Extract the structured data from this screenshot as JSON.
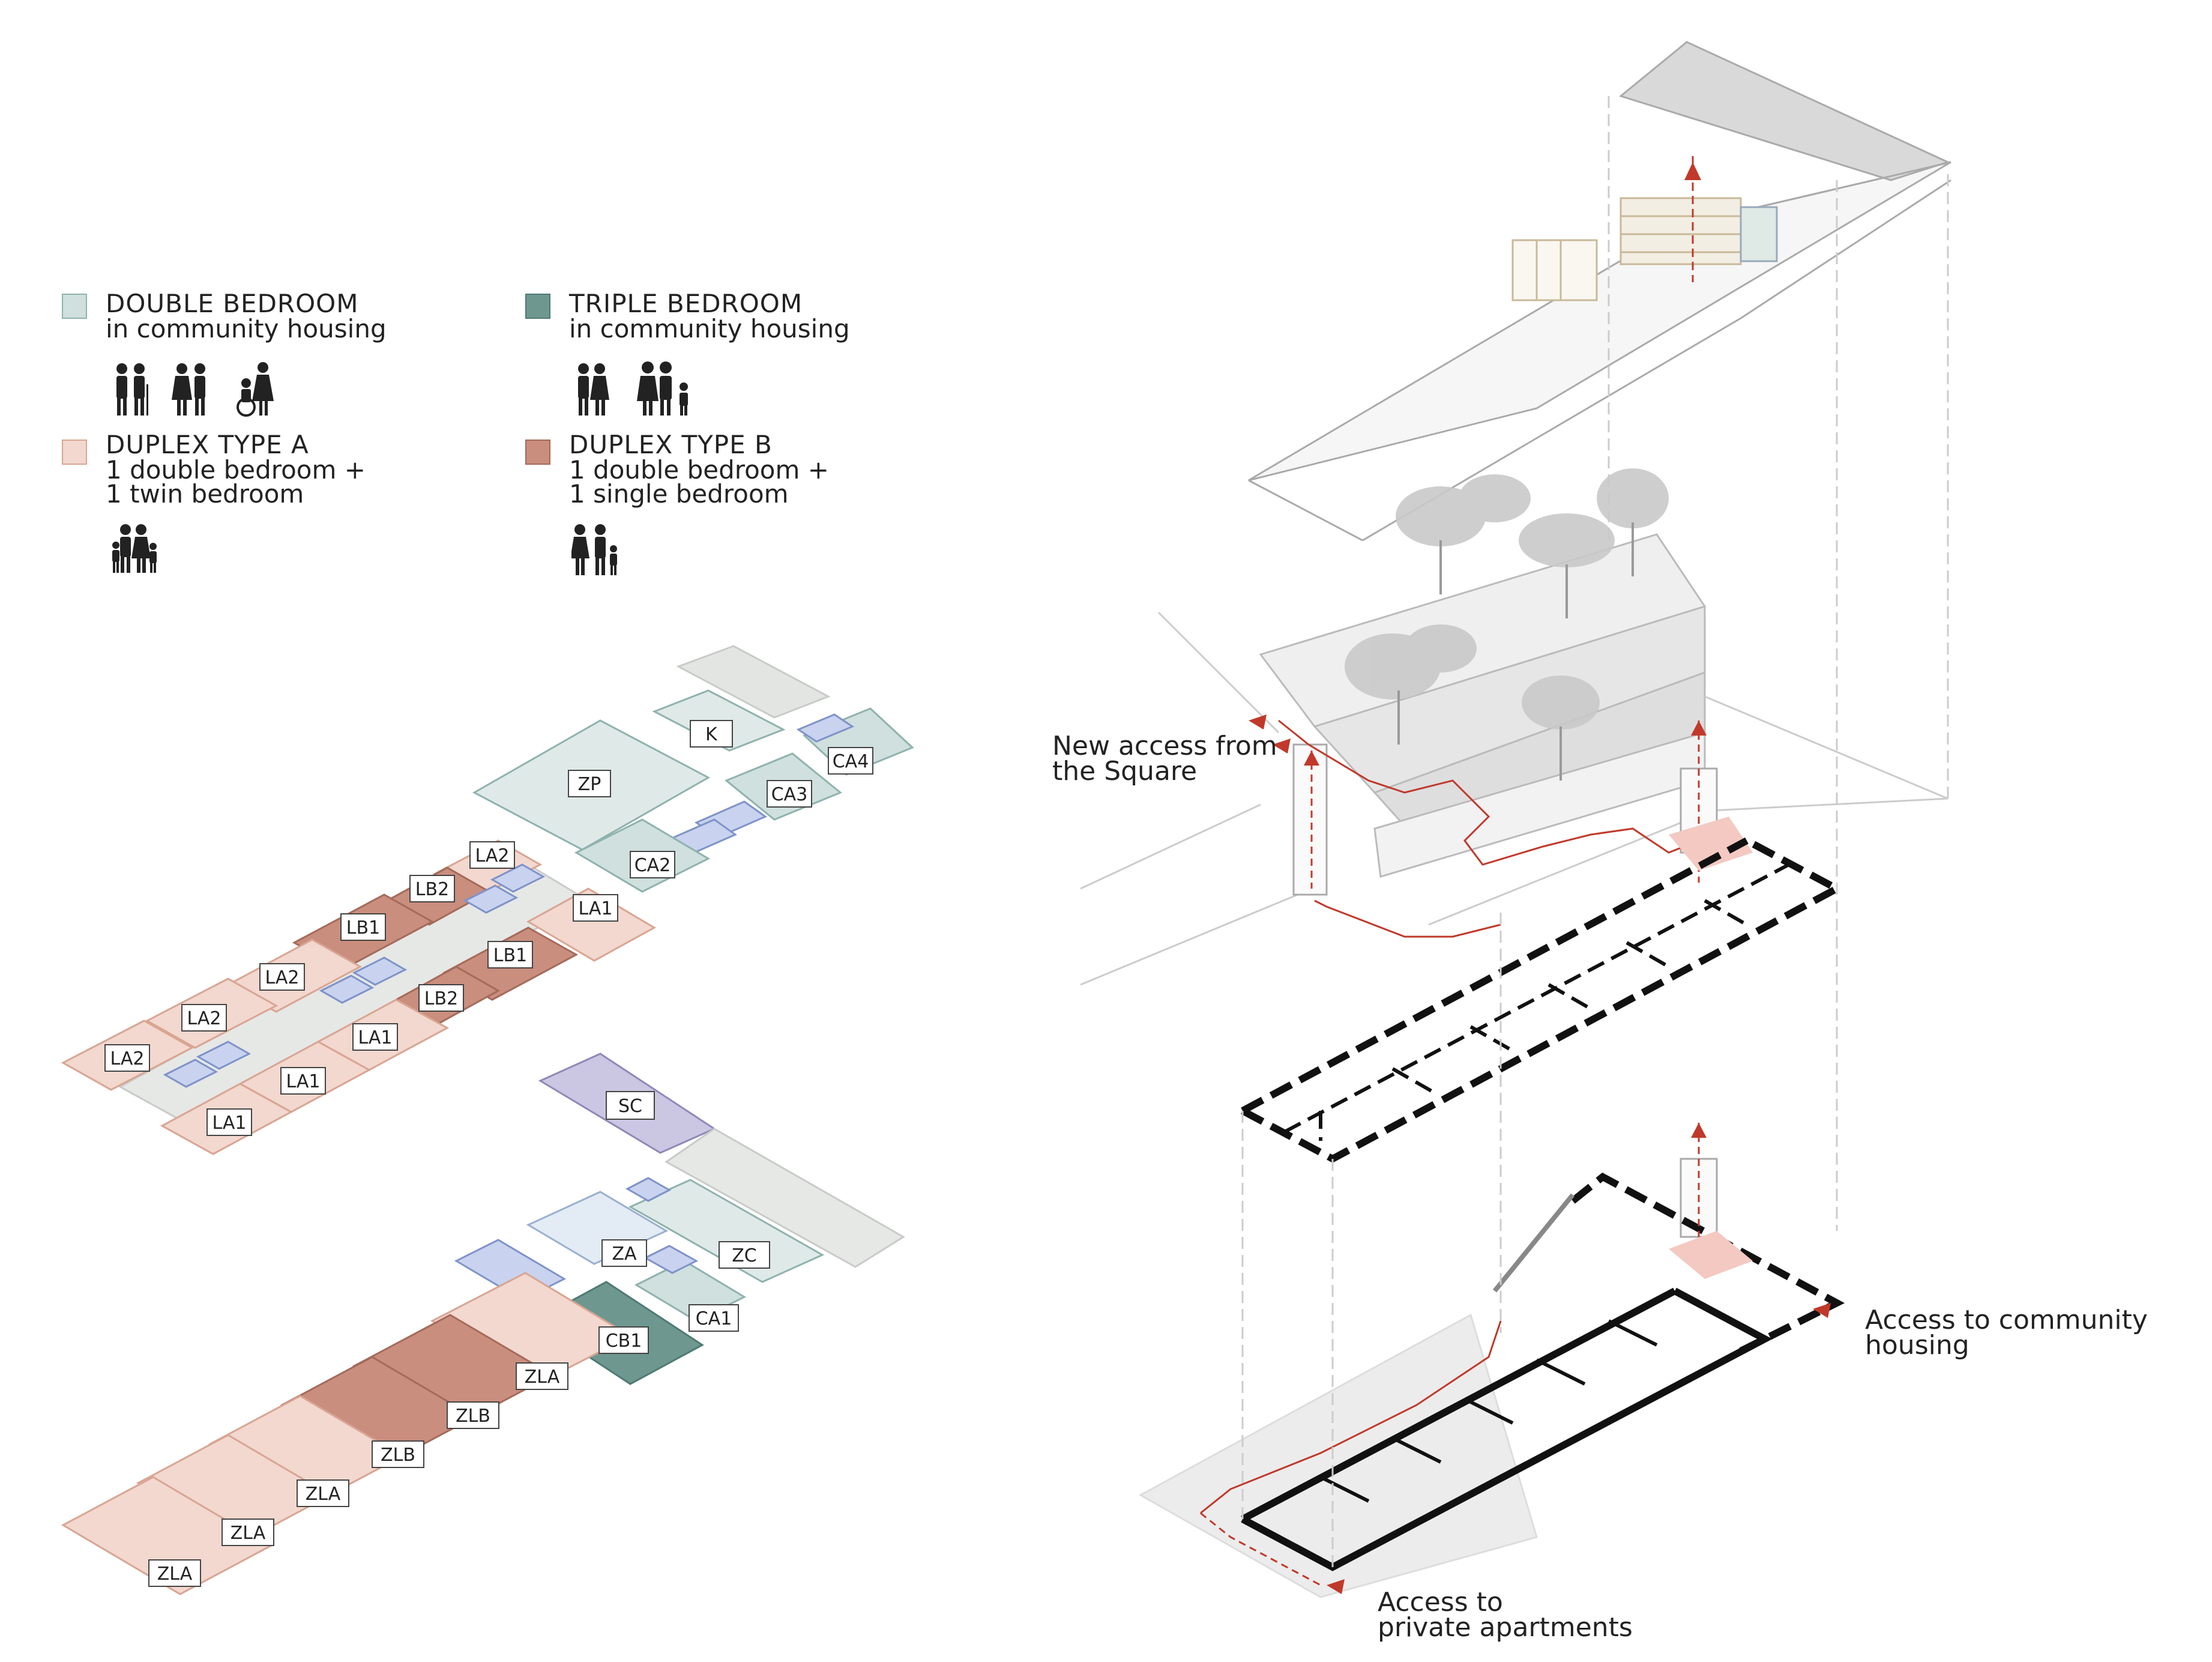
{
  "legend": {
    "items": [
      {
        "title": "DOUBLE BEDROOM",
        "sub": [
          "in community housing"
        ],
        "color": "#cfe0de",
        "border": "#8fb2ad"
      },
      {
        "title": "TRIPLE BEDROOM",
        "sub": [
          "in community housing"
        ],
        "color": "#6e9790",
        "border": "#4f7a74"
      },
      {
        "title": "DUPLEX TYPE A",
        "sub": [
          "1 double bedroom +",
          "1 twin bedroom"
        ],
        "color": "#f2d8cf",
        "border": "#d9a593"
      },
      {
        "title": "DUPLEX TYPE B",
        "sub": [
          "1 double bedroom +",
          "1 single bedroom"
        ],
        "color": "#c98e7e",
        "border": "#a56a5a"
      }
    ]
  },
  "upper_plan_labels": [
    "K",
    "ZP",
    "CA4",
    "CA3",
    "CA2",
    "LA2",
    "LB2",
    "LA1",
    "LB1",
    "LA2",
    "LB1",
    "LA2",
    "LB2",
    "LA1",
    "LA2",
    "LA1",
    "LA1"
  ],
  "lower_plan_labels": [
    "SC",
    "ZA",
    "ZC",
    "CA1",
    "CB1",
    "ZLA",
    "ZLB",
    "ZLB",
    "ZLA",
    "ZLA",
    "ZLA"
  ],
  "annotations": {
    "new_access": [
      "New access from",
      "the Square"
    ],
    "community_access": [
      "Access to community",
      "housing"
    ],
    "private_access": [
      "Access to",
      "private apartments"
    ]
  },
  "colors": {
    "double": "#cfe0de",
    "triple": "#6e9790",
    "duplex_a": "#f2d8cf",
    "duplex_b": "#c98e7e",
    "corridor": "#e6e8e6",
    "bath": "#c9d3ef",
    "community": "#cbc6e2",
    "accent": "#c0392b"
  }
}
